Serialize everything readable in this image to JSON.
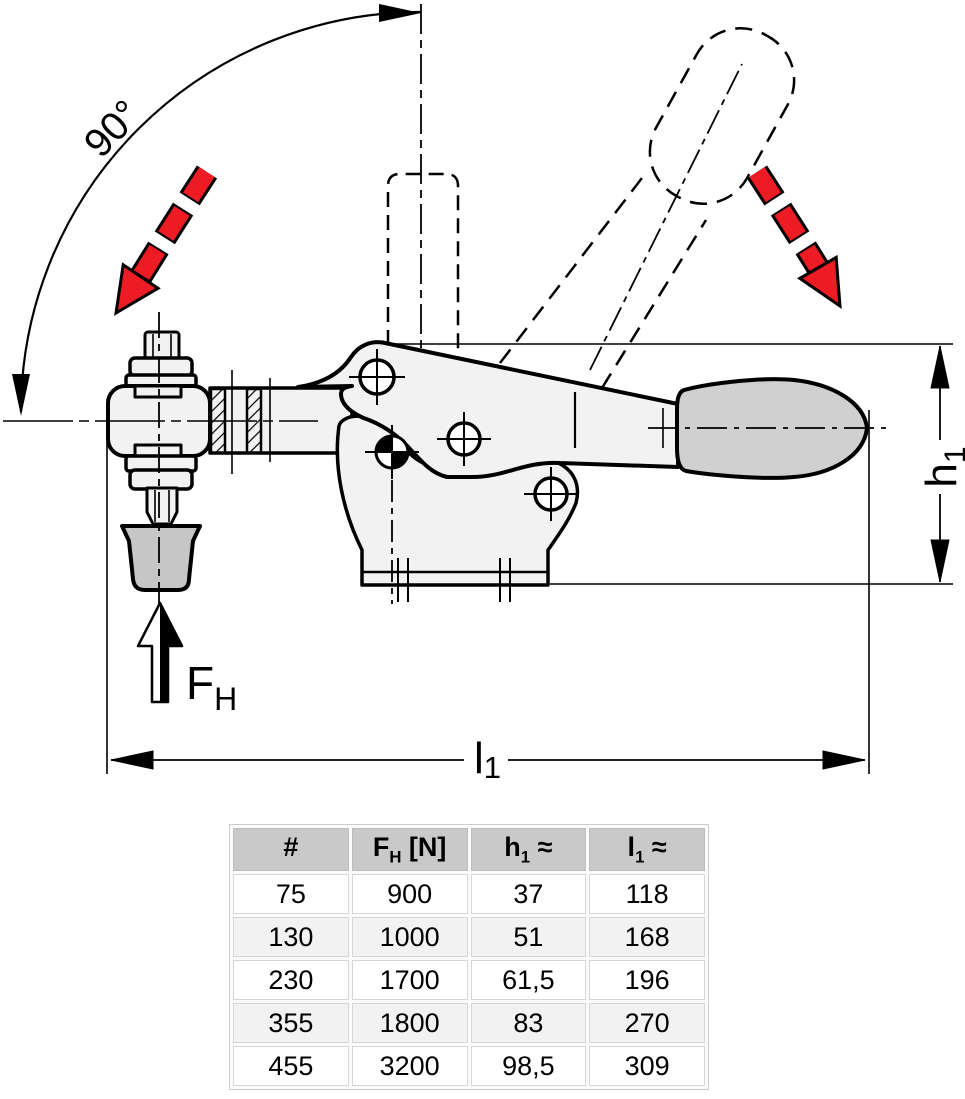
{
  "diagram": {
    "labels": {
      "angle": "90°",
      "force_main": "F",
      "force_sub": "H",
      "height_main": "h",
      "height_sub": "1",
      "length_main": "l",
      "length_sub": "1"
    },
    "colors": {
      "red": "#ed1c24",
      "part_fill": "#f2f2f2",
      "grip_gray": "#d0d0d0",
      "foot_gray": "#c6c6c6",
      "line_black": "#000000"
    }
  },
  "table": {
    "header_bg": "#c9c9c9",
    "alt_row_bg": "#f2f2f2",
    "headers": [
      {
        "pre": "#",
        "sub": "",
        "post": ""
      },
      {
        "pre": "F",
        "sub": "H",
        "post": " [N]"
      },
      {
        "pre": "h",
        "sub": "1",
        "post": " ≈"
      },
      {
        "pre": "l",
        "sub": "1",
        "post": " ≈"
      }
    ],
    "rows": [
      [
        "75",
        "900",
        "37",
        "118"
      ],
      [
        "130",
        "1000",
        "51",
        "168"
      ],
      [
        "230",
        "1700",
        "61,5",
        "196"
      ],
      [
        "355",
        "1800",
        "83",
        "270"
      ],
      [
        "455",
        "3200",
        "98,5",
        "309"
      ]
    ]
  }
}
